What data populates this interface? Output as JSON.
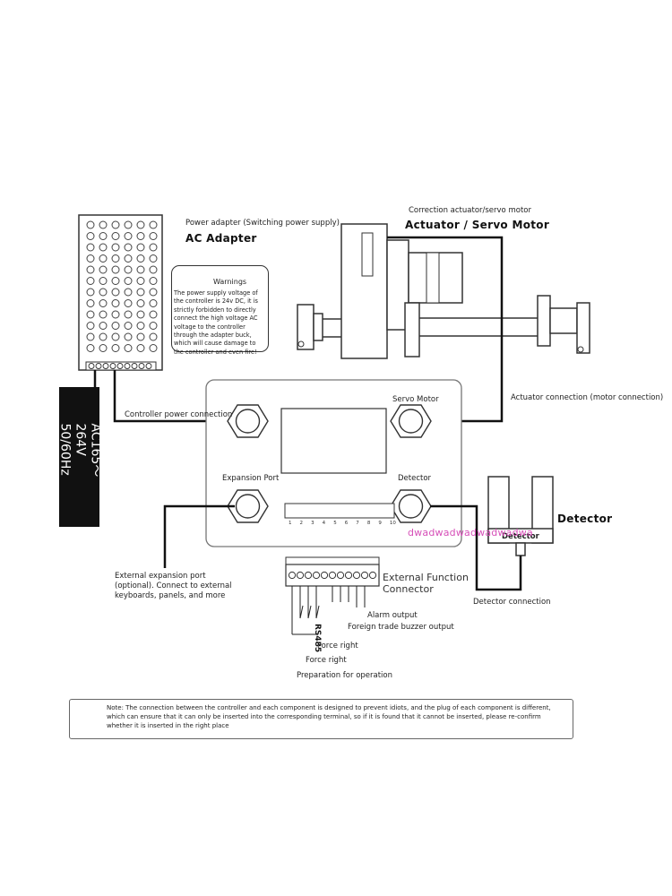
{
  "ac_adapter": {
    "caption": "Power adapter (Switching power supply)",
    "title": "AC Adapter",
    "voltage_line1": "AC165～264V",
    "voltage_line2": "50/60Hz"
  },
  "warning": {
    "title": "Warnings",
    "text": "The power supply voltage of the controller is 24v DC, it is strictly forbidden to directly connect the high voltage AC voltage to the controller through the adapter buck, which will cause damage to the controller and even fire!"
  },
  "actuator": {
    "caption": "Correction actuator/servo motor",
    "title": "Actuator / Servo Motor",
    "connection_label": "Actuator connection (motor connection)"
  },
  "controller": {
    "power_connection_label": "Controller power connection",
    "servo_port_label": "Servo Motor",
    "expansion_port_label": "Expansion Port",
    "detector_port_label": "Detector",
    "terminal_numbers": [
      "1",
      "2",
      "3",
      "4",
      "5",
      "6",
      "7",
      "8",
      "9",
      "10"
    ]
  },
  "detector": {
    "title": "Detector",
    "overlay_label": "Detector",
    "connection_label": "Detector connection"
  },
  "expansion": {
    "description": "External expansion port (optional). Connect to external keyboards, panels, and more"
  },
  "external_connector": {
    "title_line1": "External Function",
    "title_line2": "Connector",
    "rs485": "RS485",
    "alarm": "Alarm output",
    "buzzer": "Foreign trade buzzer output",
    "force_right_1": "Force right",
    "force_right_2": "Force right",
    "preparation": "Preparation for operation"
  },
  "note": {
    "text": "Note: The connection between the controller and each component is designed to prevent idiots, and the plug of each component is different, which can ensure that it can only be inserted into the corresponding terminal, so if it is found that it cannot be inserted, please re-confirm whether it is inserted in the right place"
  },
  "watermark": "dwadwadwadwadwadwa"
}
